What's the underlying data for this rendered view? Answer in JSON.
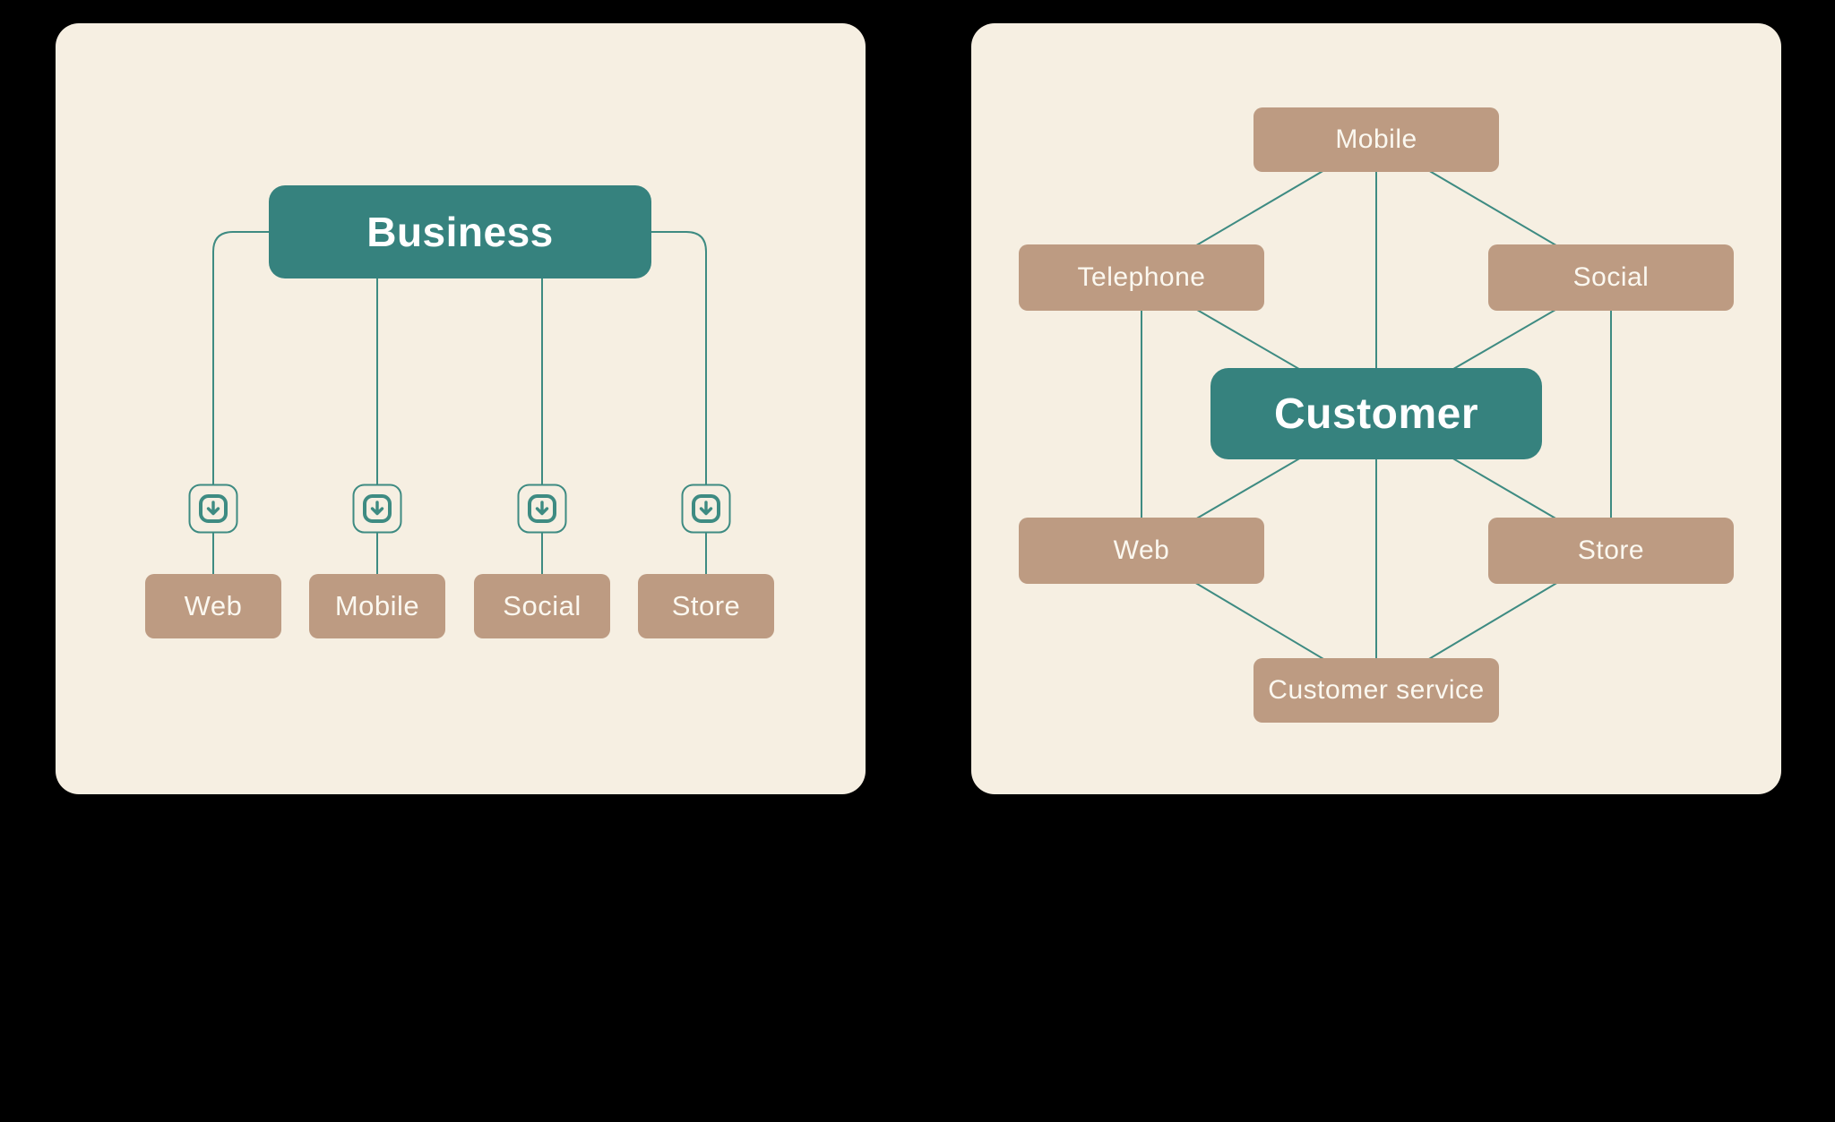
{
  "colors": {
    "canvas": "#000000",
    "panel_bg": "#f6efe2",
    "primary_node": "#36827e",
    "secondary_node": "#bd9b82",
    "connector": "#3e8b82",
    "node_text": "#fbf8f0",
    "heading_text": "#ffffff"
  },
  "left_diagram": {
    "root_label": "Business",
    "connector_icon": "download-icon",
    "children": [
      {
        "label": "Web"
      },
      {
        "label": "Mobile"
      },
      {
        "label": "Social"
      },
      {
        "label": "Store"
      }
    ]
  },
  "right_diagram": {
    "center_label": "Customer",
    "nodes": [
      {
        "id": "mobile",
        "label": "Mobile"
      },
      {
        "id": "telephone",
        "label": "Telephone"
      },
      {
        "id": "social",
        "label": "Social"
      },
      {
        "id": "web",
        "label": "Web"
      },
      {
        "id": "store",
        "label": "Store"
      },
      {
        "id": "customer-service",
        "label": "Customer service"
      }
    ],
    "edges": [
      [
        "mobile",
        "telephone"
      ],
      [
        "mobile",
        "social"
      ],
      [
        "mobile",
        "customer"
      ],
      [
        "telephone",
        "customer"
      ],
      [
        "social",
        "customer"
      ],
      [
        "telephone",
        "web"
      ],
      [
        "social",
        "store"
      ],
      [
        "customer",
        "web"
      ],
      [
        "customer",
        "store"
      ],
      [
        "customer",
        "customer-service"
      ],
      [
        "web",
        "customer-service"
      ],
      [
        "store",
        "customer-service"
      ]
    ]
  }
}
